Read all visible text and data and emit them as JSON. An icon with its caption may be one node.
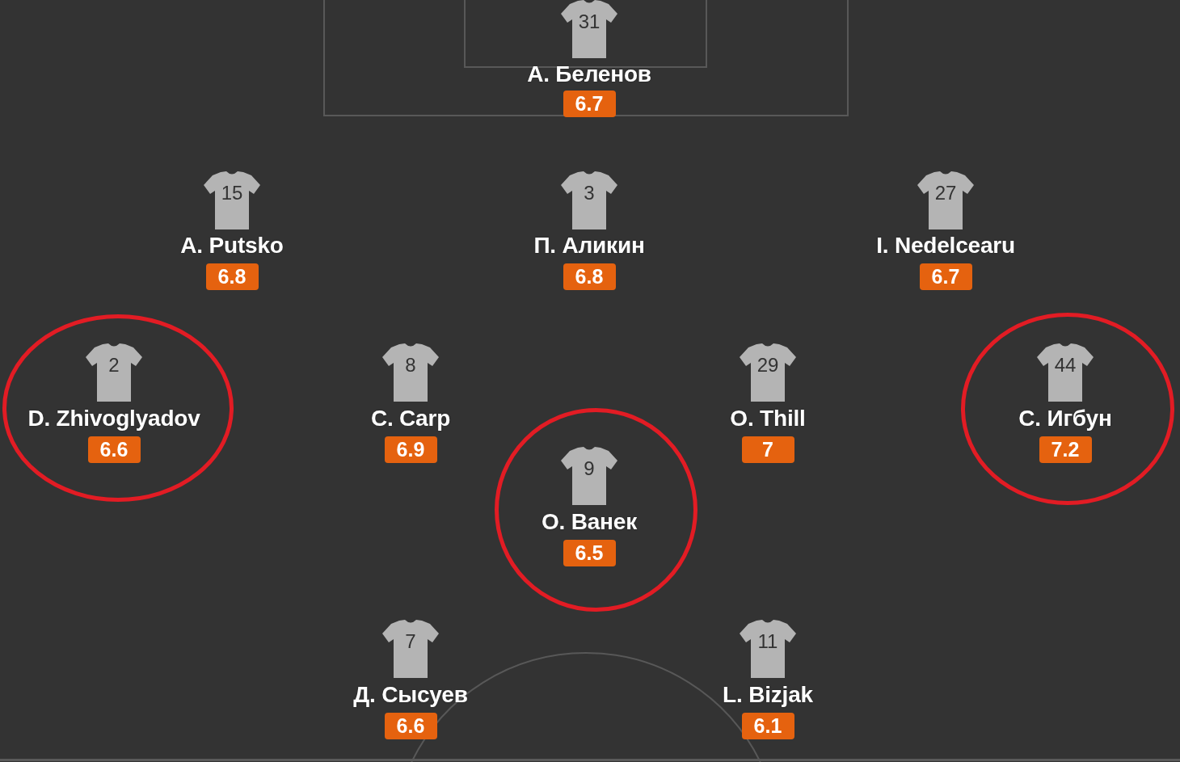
{
  "diagram": {
    "nodes": [
      {
        "text": [
          "31"
        ],
        "beside": [
          "А. Беленов"
        ]
      },
      {
        "text": [
          "6.7"
        ]
      },
      {
        "text": [
          "15"
        ],
        "beside": [
          "A. Putsko"
        ]
      },
      {
        "text": [
          "6.8"
        ]
      },
      {
        "text": [
          "3"
        ],
        "beside": [
          "П. Аликин"
        ]
      },
      {
        "text": [
          "6.8"
        ]
      },
      {
        "text": [
          "27"
        ],
        "beside": [
          "I. Nedelcearu"
        ]
      },
      {
        "text": [
          "6.7"
        ]
      },
      {
        "text": [],
        "shape": "circle"
      },
      {
        "text": [
          "2"
        ],
        "beside": [
          "D. Zhivoglyadov"
        ],
        "in": 8
      },
      {
        "text": [
          "6.6"
        ],
        "in": 8
      },
      {
        "text": [
          "8"
        ],
        "beside": [
          "C. Carp"
        ]
      },
      {
        "text": [
          "6.9"
        ]
      },
      {
        "text": [
          "29"
        ],
        "beside": [
          "O. Thill"
        ]
      },
      {
        "text": [
          "7"
        ]
      },
      {
        "text": [],
        "shape": "circle"
      },
      {
        "text": [
          "44"
        ],
        "beside": [
          "С. Игбун"
        ],
        "in": 15
      },
      {
        "text": [
          "7.2"
        ],
        "in": 15
      },
      {
        "text": [],
        "shape": "circle"
      },
      {
        "text": [
          "9"
        ],
        "beside": [
          "О. Ванек"
        ],
        "in": 18
      },
      {
        "text": [
          "6.5"
        ],
        "in": 18
      },
      {
        "text": [
          "7"
        ],
        "beside": [
          "Д. Сысуев"
        ]
      },
      {
        "text": [
          "6.6"
        ]
      },
      {
        "text": [
          "11"
        ],
        "beside": [
          "L. Bizjak"
        ]
      },
      {
        "text": [
          "6.1"
        ]
      }
    ]
  }
}
